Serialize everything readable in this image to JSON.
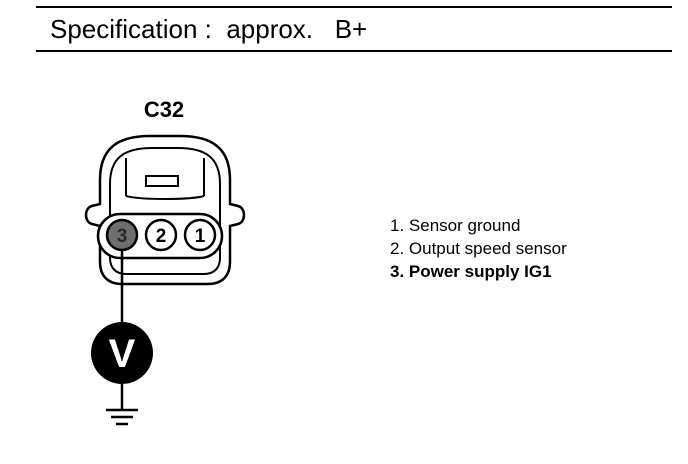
{
  "header": {
    "specification": "Specification :  approx.   B+"
  },
  "connector": {
    "label": "C32",
    "pins": [
      "3",
      "2",
      "1"
    ],
    "meter_symbol": "V"
  },
  "legend": {
    "items": [
      "1. Sensor ground",
      "2. Output speed sensor",
      "3. Power supply IG1"
    ]
  }
}
